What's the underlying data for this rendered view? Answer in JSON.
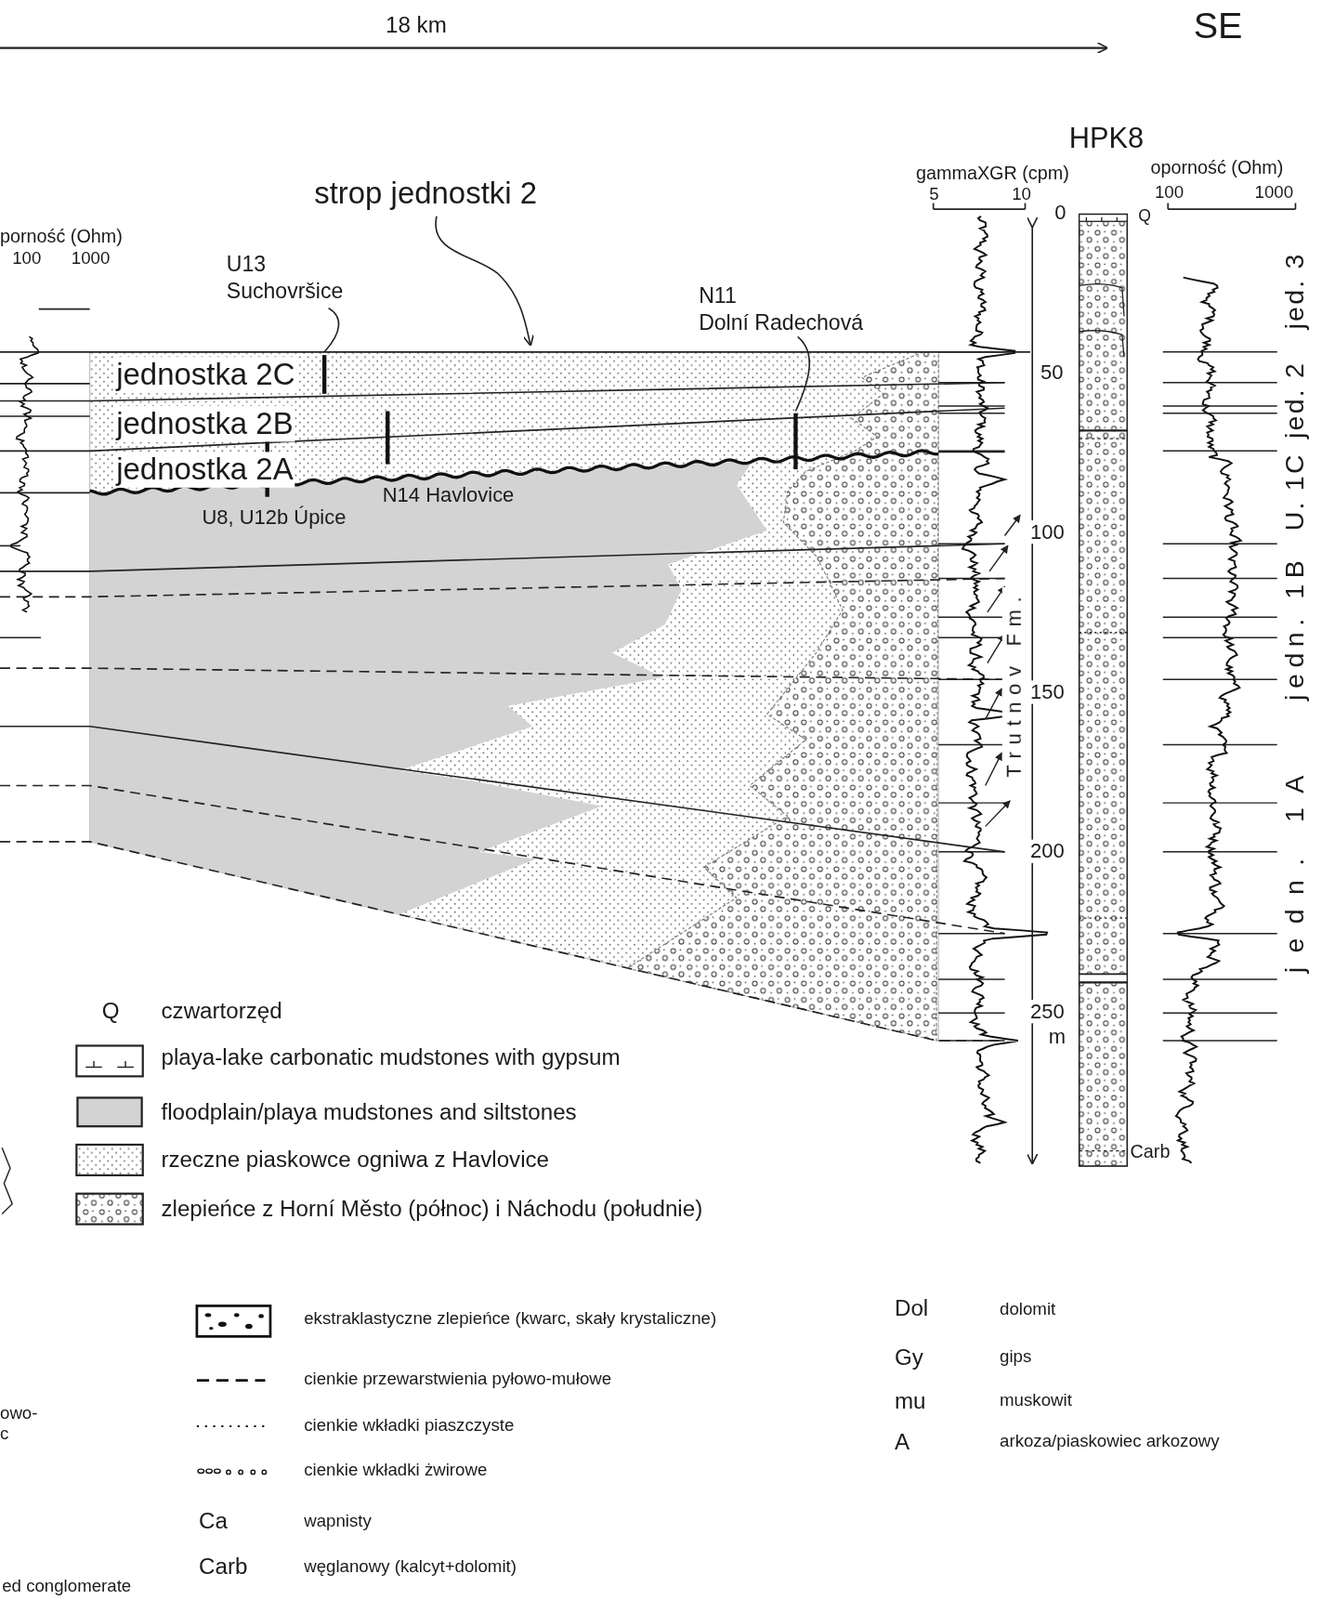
{
  "diagram": {
    "labels": [
      "18 km",
      "SE",
      "porność (Ohm)",
      "100",
      "1000",
      "strop jednostki 2",
      "U13",
      "Suchovršice",
      "N11",
      "Dolní Radechová",
      "jednostka 2C",
      "jednostka 2B",
      "jednostka 2A",
      "N14 Havlovice",
      "U8, U12b Úpice",
      "HPK8",
      "gammaXGR (cpm)",
      "5",
      "10",
      "oporność (Ohm)",
      "100",
      "1000",
      "0",
      "50",
      "100",
      "150",
      "200",
      "250",
      "m",
      "Q",
      "Carb",
      "Trutnov Fm.",
      "jed. 3",
      "jed. 2",
      "U. 1C",
      "jedn. 1B",
      "jedn. 1A",
      "Q",
      "Ca",
      "Carb",
      "Dol",
      "Gy",
      "mu",
      "A",
      "owo-",
      "c",
      "ed conglomerate"
    ],
    "legend": [
      {
        "text": "czwartorzęd"
      },
      {
        "text": "playa-lake carbonatic mudstones with gypsum"
      },
      {
        "text": "floodplain/playa mudstones and siltstones",
        "color": "#d3d3d3"
      },
      {
        "text": "rzeczne piaskowce ogniwa z Havlovice"
      },
      {
        "text": "zlepieńce z Horní Město (północ) i Náchodu (południe)"
      },
      {
        "text": "ekstraklastyczne zlepieńce (kwarc, skały krystaliczne)"
      },
      {
        "text": "cienkie przewarstwienia pyłowo-mułowe"
      },
      {
        "text": "cienkie wkładki piaszczyste"
      },
      {
        "text": "cienkie wkładki żwirowe"
      },
      {
        "text": "wapnisty"
      },
      {
        "text": "węglanowy (kalcyt+dolomit)"
      },
      {
        "text": "dolomit"
      },
      {
        "text": "gips"
      },
      {
        "text": "muskowit"
      },
      {
        "text": "arkoza/piaskowiec arkozowy"
      }
    ]
  }
}
